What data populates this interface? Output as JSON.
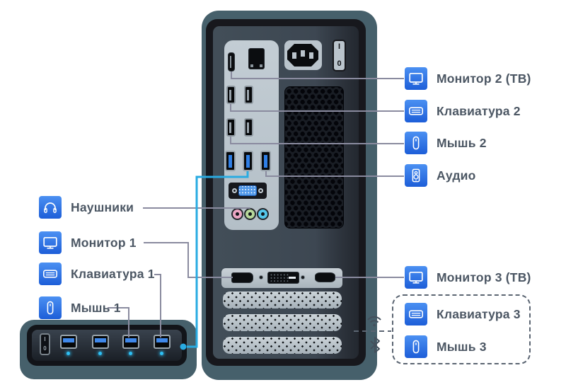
{
  "labels": {
    "left": [
      {
        "id": "headphones",
        "icon": "headphones-icon",
        "text": "Наушники"
      },
      {
        "id": "monitor-1",
        "icon": "monitor-icon",
        "text": "Монитор 1"
      },
      {
        "id": "keyboard-1",
        "icon": "keyboard-icon",
        "text": "Клавиатура 1"
      },
      {
        "id": "mouse-1",
        "icon": "mouse-icon",
        "text": "Мышь 1"
      }
    ],
    "right": [
      {
        "id": "monitor-2-tv",
        "icon": "monitor-icon",
        "text": "Монитор 2 (ТВ)"
      },
      {
        "id": "keyboard-2",
        "icon": "keyboard-icon",
        "text": "Клавиатура 2"
      },
      {
        "id": "mouse-2",
        "icon": "mouse-icon",
        "text": "Мышь 2"
      },
      {
        "id": "audio",
        "icon": "speaker-icon",
        "text": "Аудио"
      },
      {
        "id": "monitor-3-tv",
        "icon": "monitor-icon",
        "text": "Монитор 3 (ТВ)"
      }
    ],
    "wireless_group": [
      {
        "id": "keyboard-3",
        "icon": "keyboard-icon",
        "text": "Клавиатура 3"
      },
      {
        "id": "mouse-3",
        "icon": "mouse-icon",
        "text": "Мышь 3"
      }
    ]
  },
  "tower": {
    "power_switch": {
      "on": "I",
      "off": "0"
    },
    "ports": [
      "hdmi",
      "ethernet",
      "power-inlet",
      "usb2-x4",
      "usb3-x3",
      "vga",
      "audio-jacks",
      "displayport",
      "dvi",
      "hdmi-gpu"
    ]
  },
  "hub": {
    "power_switch": {
      "on": "I",
      "off": "0"
    },
    "usb_ports": 4
  },
  "wireless_icons": [
    "wifi",
    "bluetooth"
  ],
  "colors": {
    "icon_gradient_top": "#4b90f2",
    "icon_gradient_bottom": "#1d5ed8",
    "label_text": "#4b5663",
    "wire": "#8a8b9f",
    "usb_hub_wire": "#29abe2",
    "wireless_wire": "#5c6673",
    "tower_shell": "#46606b",
    "io_plate": "#bac4cc",
    "audio_jack_pink": "#eba6c3",
    "audio_jack_green": "#b6d79a",
    "audio_jack_blue": "#54c6ea"
  }
}
